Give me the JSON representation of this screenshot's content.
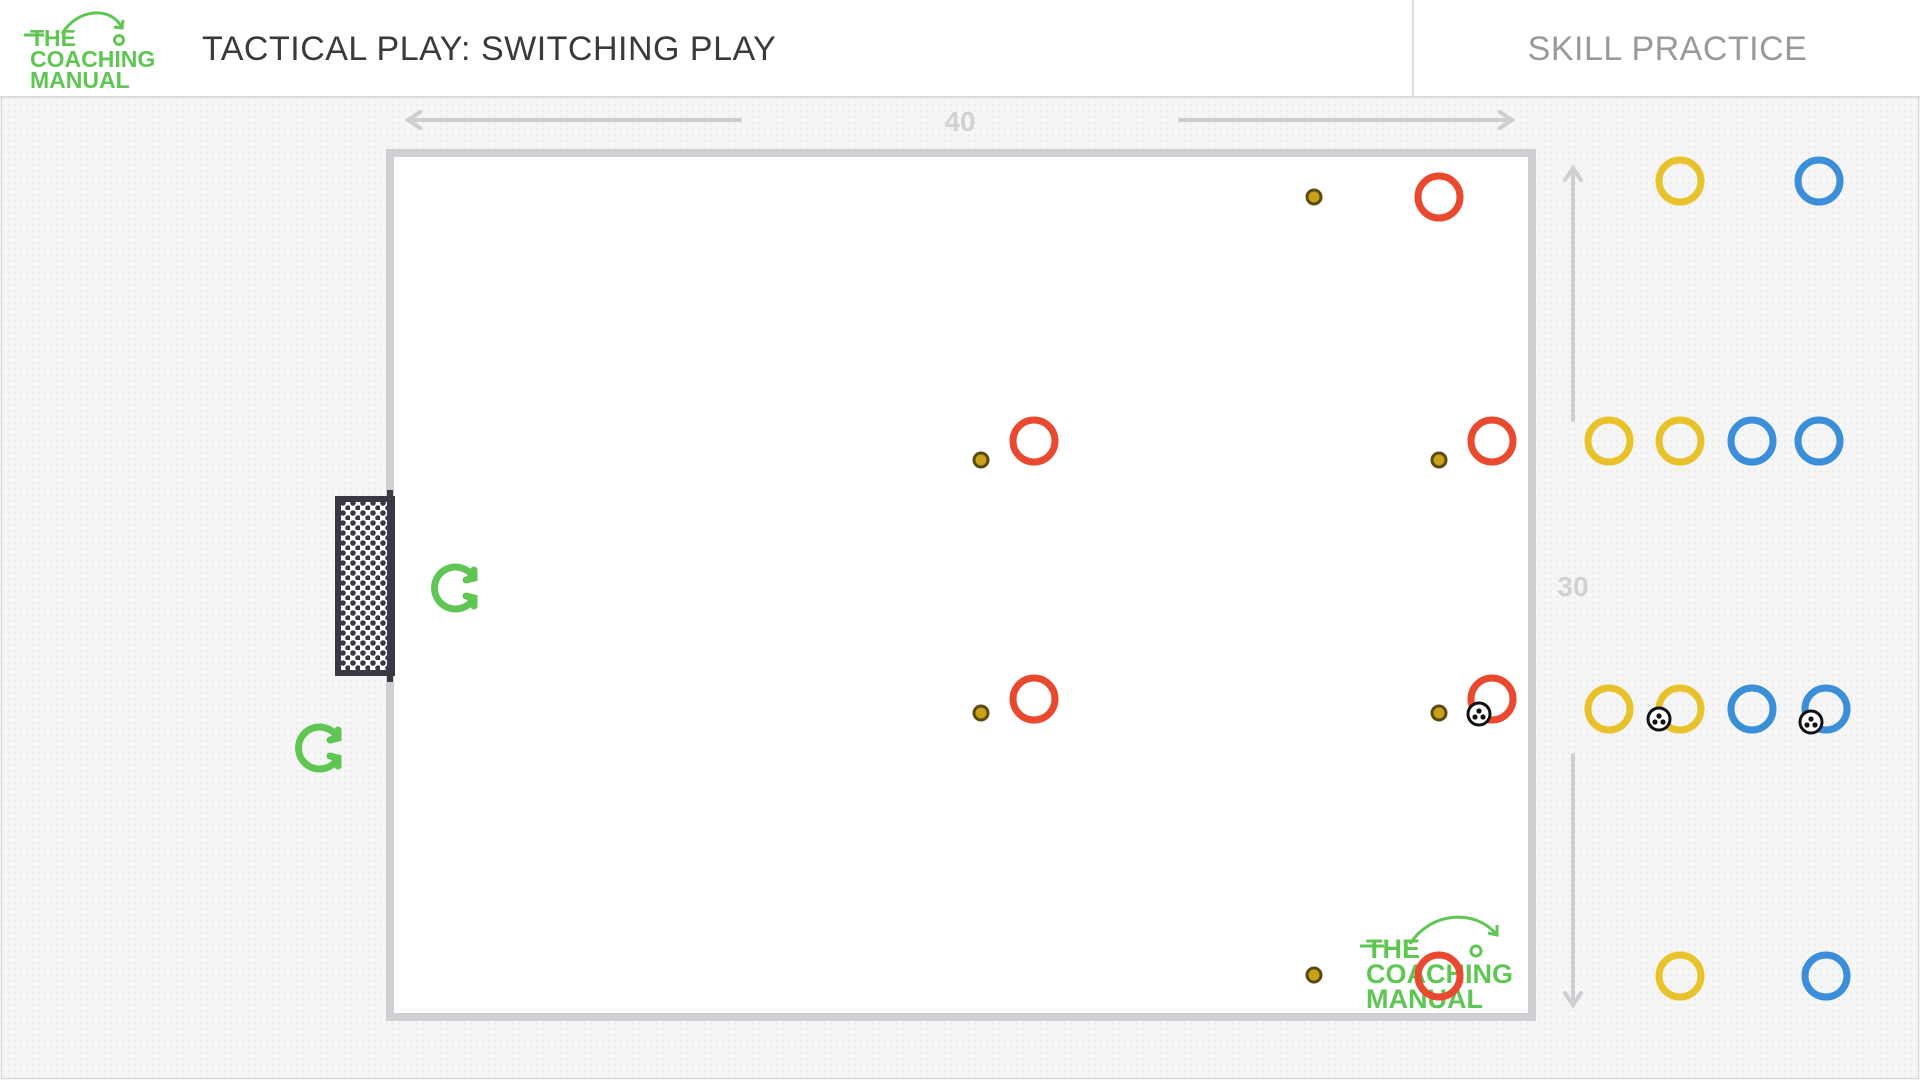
{
  "header": {
    "logo": {
      "line1": "THE",
      "line2": "COACHING",
      "line3": "MANUAL"
    },
    "title": "TACTICAL PLAY: SWITCHING PLAY",
    "category": "SKILL PRACTICE"
  },
  "pitch": {
    "width_label": "40",
    "height_label": "30"
  },
  "watermark": {
    "line1": "THE",
    "line2": "COACHING",
    "line3": "MANUAL"
  },
  "colors": {
    "red_team": "#e8492f",
    "yellow_team": "#e8c22a",
    "blue_team": "#3a8fd8",
    "goalkeeper": "#5fc553",
    "logo_green": "#5fc553",
    "cone": "#c9a21a",
    "pitch_line": "#cfcfd3",
    "goal": "#3b3745"
  },
  "icons": [
    "player-ring-icon",
    "goalkeeper-icon",
    "cone-icon",
    "ball-icon",
    "goal-icon",
    "arrow-icon"
  ]
}
